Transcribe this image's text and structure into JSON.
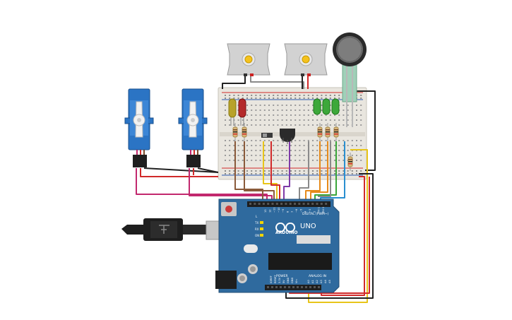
{
  "arduino": {
    "brand": "ARDUINO",
    "model": "UNO",
    "digital_label": "DIGITAL (PWM~)",
    "power_label": "POWER",
    "analog_label": "ANALOG IN",
    "aref_label": "AREF",
    "gnd_label": "GND",
    "tx_label": "TX",
    "rx_label": "RX",
    "l_label": "L",
    "on_label": "ON",
    "power_pins": [
      "IOREF",
      "RESET",
      "3.3V",
      "5V",
      "GND",
      "GND",
      "Vin"
    ],
    "analog_pins": [
      "A0",
      "A1",
      "A2",
      "A3",
      "A4",
      "A5"
    ],
    "digital_pins": [
      "13",
      "12",
      "~11",
      "~10",
      "~9",
      "8",
      "7",
      "~6",
      "~5",
      "4",
      "~3",
      "2",
      "TX 1",
      "RX 0"
    ]
  },
  "colors": {
    "board": "#2f6a9e",
    "servo": "#2b74c4",
    "breadboard": "#e9e6df",
    "wire_red": "#d12a2a",
    "wire_black": "#222222",
    "wire_yellow": "#e8c51a",
    "wire_magenta": "#c2286e",
    "wire_orange": "#e68a1a",
    "wire_purple": "#7e3aa8",
    "wire_green": "#3aa63a",
    "wire_blue": "#2a8fd0",
    "wire_brown": "#8a5a3a",
    "wire_gray": "#8a8a8a",
    "led_yellow": "#b8a22a",
    "led_red": "#b42a2a",
    "led_green": "#3da83a"
  },
  "icons": [
    "servo-icon",
    "motor-icon",
    "force-sensor-icon",
    "usb-plug-icon",
    "transistor-icon",
    "slide-switch-icon"
  ]
}
